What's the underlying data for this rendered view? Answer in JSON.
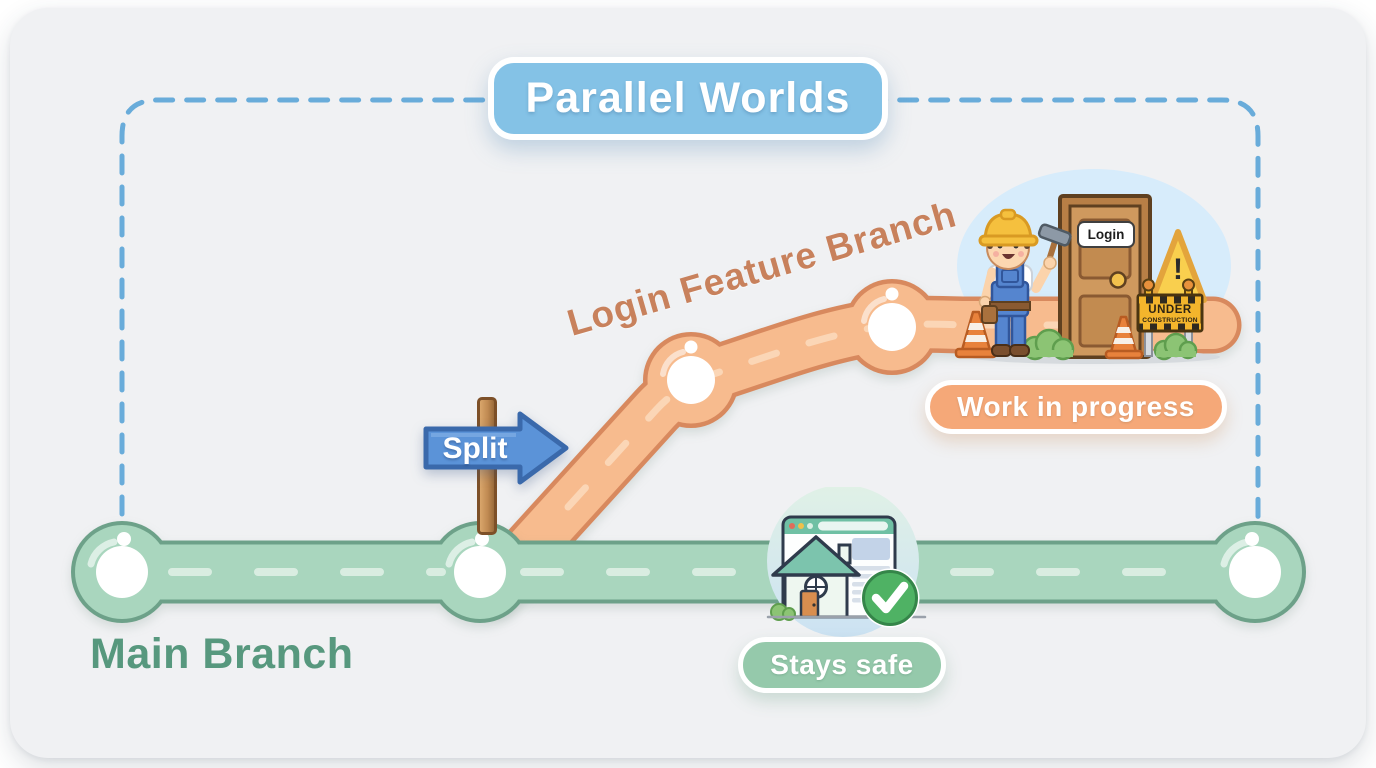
{
  "title": "Parallel Worlds",
  "main_branch": {
    "label": "Main Branch",
    "status_badge": "Stays safe",
    "commit_nodes": 3
  },
  "feature_branch": {
    "label": "Login Feature Branch",
    "status_badge": "Work in progress",
    "commit_nodes": 2
  },
  "split_sign": {
    "label": "Split"
  },
  "construction_scene": {
    "door_sign": "Login",
    "warning_mark": "!",
    "sign_line1": "UNDER",
    "sign_line2": "CONSTRUCTION"
  },
  "icons": [
    "commit-node",
    "split-arrow-sign",
    "signpost",
    "worker",
    "hammer-icon",
    "door-icon",
    "warning-triangle-icon",
    "barricade-sign",
    "traffic-cone-icon",
    "bush-icon",
    "browser-window",
    "house-icon",
    "check-circle-icon"
  ],
  "colors": {
    "page_background": "#ffffff",
    "card_background": "#f0f1f3",
    "frame_dash_blue": "#69acda",
    "title_fill": "#84c2e6",
    "main_branch_green": "#a9d6be",
    "main_branch_border": "#6da189",
    "main_branch_text": "#57987e",
    "feature_branch_orange": "#f7bb8e",
    "feature_branch_border": "#d8895e",
    "feature_branch_text": "#c8815c",
    "wip_badge_fill": "#f5a878",
    "safe_badge_fill": "#95c9ab",
    "split_sign_blue": "#5b93d8",
    "wood_brown": "#c08a52",
    "check_green": "#4fb264",
    "construction_sky": "#d7ecfb"
  }
}
